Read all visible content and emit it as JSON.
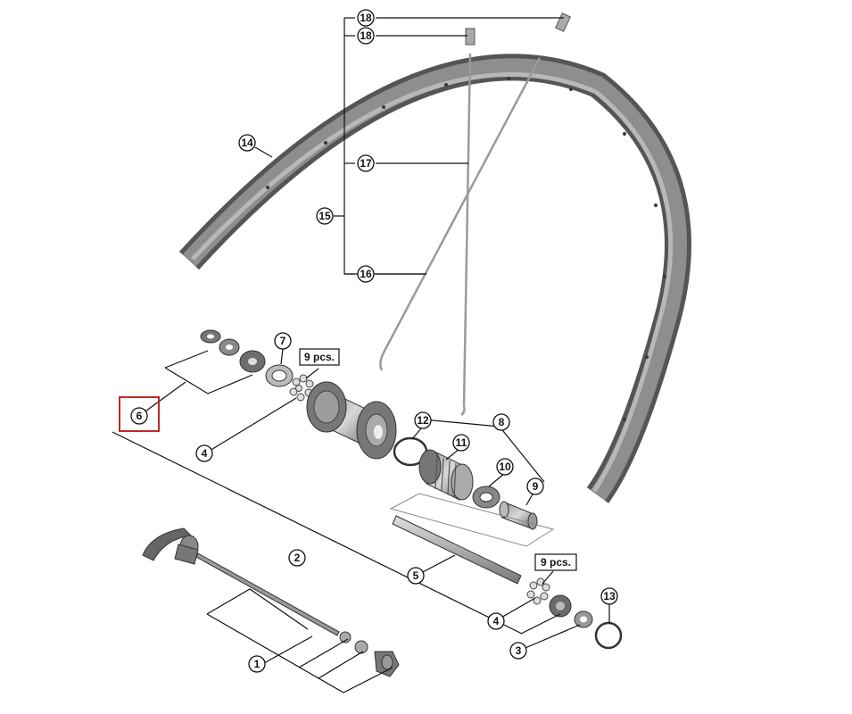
{
  "callouts": {
    "c1": "1",
    "c2": "2",
    "c3": "3",
    "c4a": "4",
    "c4b": "4",
    "c5": "5",
    "c6": "6",
    "c7": "7",
    "c8": "8",
    "c9": "9",
    "c10": "10",
    "c11": "11",
    "c12": "12",
    "c13": "13",
    "c14": "14",
    "c15": "15",
    "c16": "16",
    "c17": "17",
    "c18a": "18",
    "c18b": "18"
  },
  "quantity_labels": {
    "front": "9 pcs.",
    "rear": "9 pcs."
  },
  "colors": {
    "line": "#111111",
    "part_dark": "#5c5c5c",
    "part_mid": "#8f8f8f",
    "part_light": "#c9c9c9",
    "highlight_box": "#c0282d"
  }
}
